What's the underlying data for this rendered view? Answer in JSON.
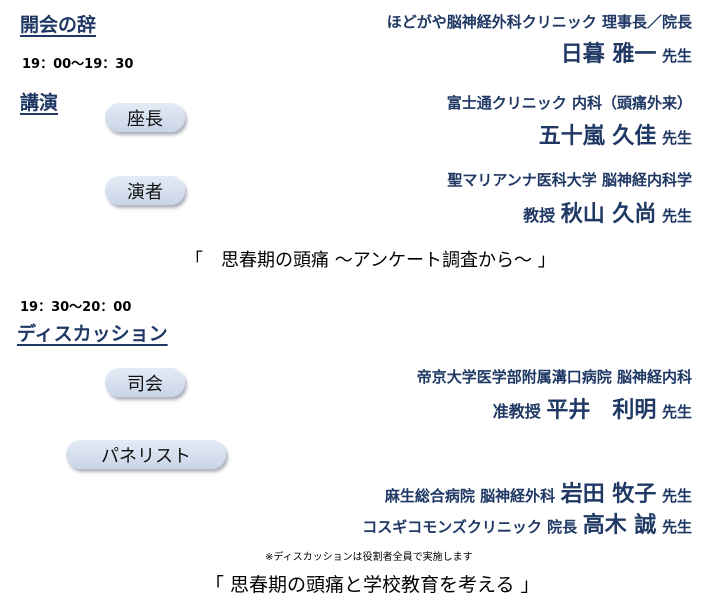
{
  "opening": {
    "heading": "開会の辞",
    "affiliation": "ほどがや脳神経外科クリニック 理事長／院長",
    "name": "日暮 雅一",
    "honorific": "先生"
  },
  "lecture": {
    "time": "19：00～19：30",
    "heading": "講演",
    "chair": {
      "role": "座長",
      "affiliation": "富士通クリニック 内科（頭痛外来）",
      "name": "五十嵐 久佳",
      "honorific": "先生"
    },
    "speaker": {
      "role": "演者",
      "affiliation": "聖マリアンナ医科大学 脳神経内科学",
      "position": "教授",
      "name": "秋山 久尚",
      "honorific": "先生"
    },
    "title": "「　思春期の頭痛 ～アンケート調査から～ 」"
  },
  "discussion": {
    "time": "19：30～20：00",
    "heading": "ディスカッション",
    "moderator": {
      "role": "司会",
      "affiliation": "帝京大学医学部附属溝口病院 脳神経内科",
      "position": "准教授",
      "name": "平井　利明",
      "honorific": "先生"
    },
    "panelists": {
      "role": "パネリスト",
      "people": [
        {
          "affiliation": "麻生総合病院 脳神経外科",
          "name": "岩田 牧子",
          "honorific": "先生"
        },
        {
          "affiliation": "コスギコモンズクリニック 院長",
          "name": "高木 誠",
          "honorific": "先生"
        }
      ]
    },
    "note": "※ディスカッションは役割者全員で実施します",
    "title": "「 思春期の頭痛と学校教育を考える 」"
  }
}
